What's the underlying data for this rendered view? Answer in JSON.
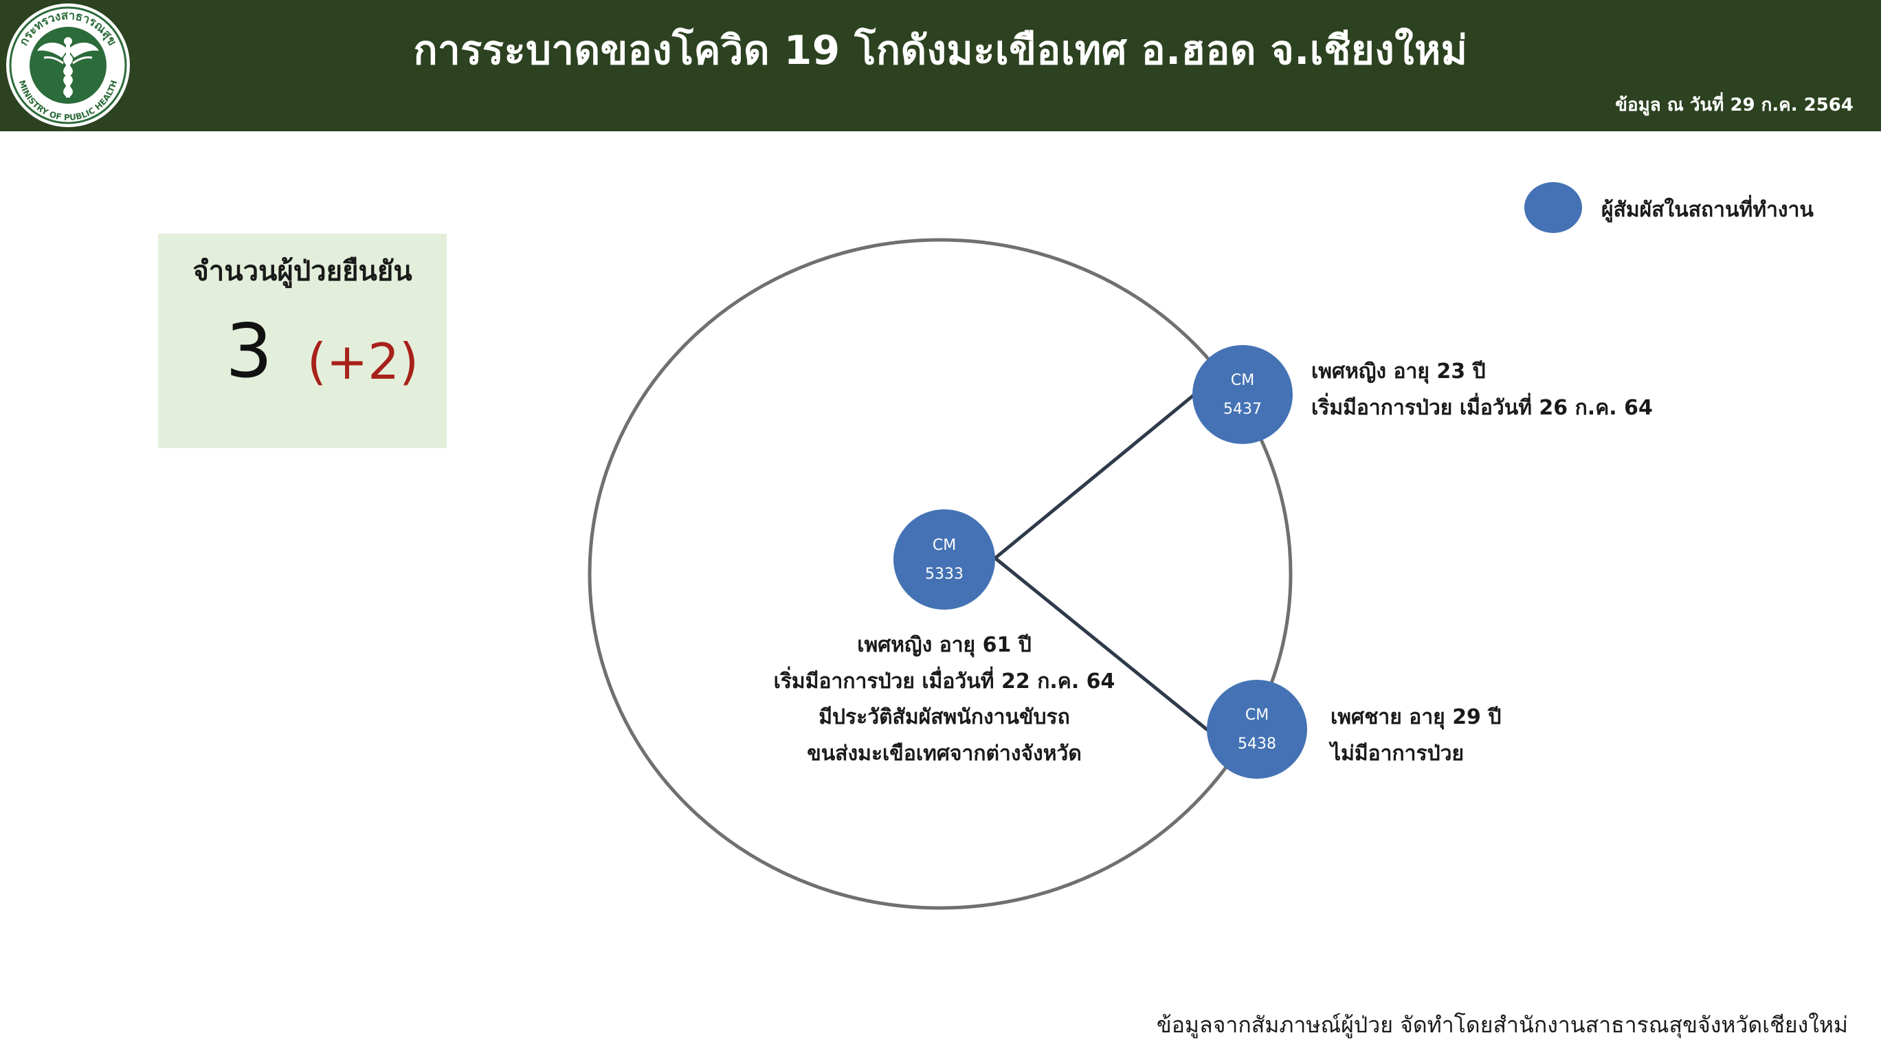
{
  "header": {
    "title": "การระบาดของโควิด 19 โกดังมะเขือเทศ อ.ฮอด จ.เชียงใหม่",
    "date": "ข้อมูล ณ วันที่ 29 ก.ค. 2564",
    "logo_text_top": "กระทรวงสาธารณสุข",
    "logo_text_bottom": "MINISTRY OF PUBLIC HEALTH"
  },
  "summary": {
    "label": "จำนวนผู้ป่วยยืนยัน",
    "count": "3",
    "increase": "(+2)"
  },
  "legend": {
    "label": "ผู้สัมผัสในสถานที่ทำงาน",
    "color": "#4472b4"
  },
  "nodes": [
    {
      "id": "5333",
      "prefix": "CM",
      "number": "5333",
      "info": [
        "เพศหญิง อายุ 61 ปี",
        "เริ่มมีอาการป่วย เมื่อวันที่ 22 ก.ค. 64",
        "มีประวัติสัมผัสพนักงานขับรถ",
        "ขนส่งมะเขือเทศจากต่างจังหวัด"
      ]
    },
    {
      "id": "5437",
      "prefix": "CM",
      "number": "5437",
      "info": [
        "เพศหญิง อายุ 23 ปี",
        "เริ่มมีอาการป่วย เมื่อวันที่ 26 ก.ค. 64"
      ]
    },
    {
      "id": "5438",
      "prefix": "CM",
      "number": "5438",
      "info": [
        "เพศชาย อายุ 29 ปี",
        "ไม่มีอาการป่วย"
      ]
    }
  ],
  "footer": {
    "source": "ข้อมูลจากสัมภาษณ์ผู้ป่วย จัดทำโดยสำนักงานสาธารณสุขจังหวัดเชียงใหม่"
  },
  "colors": {
    "header_bg": "#2c4220",
    "node": "#4472b4",
    "summary_bg": "#e3efdb",
    "increase": "#a8211a"
  }
}
